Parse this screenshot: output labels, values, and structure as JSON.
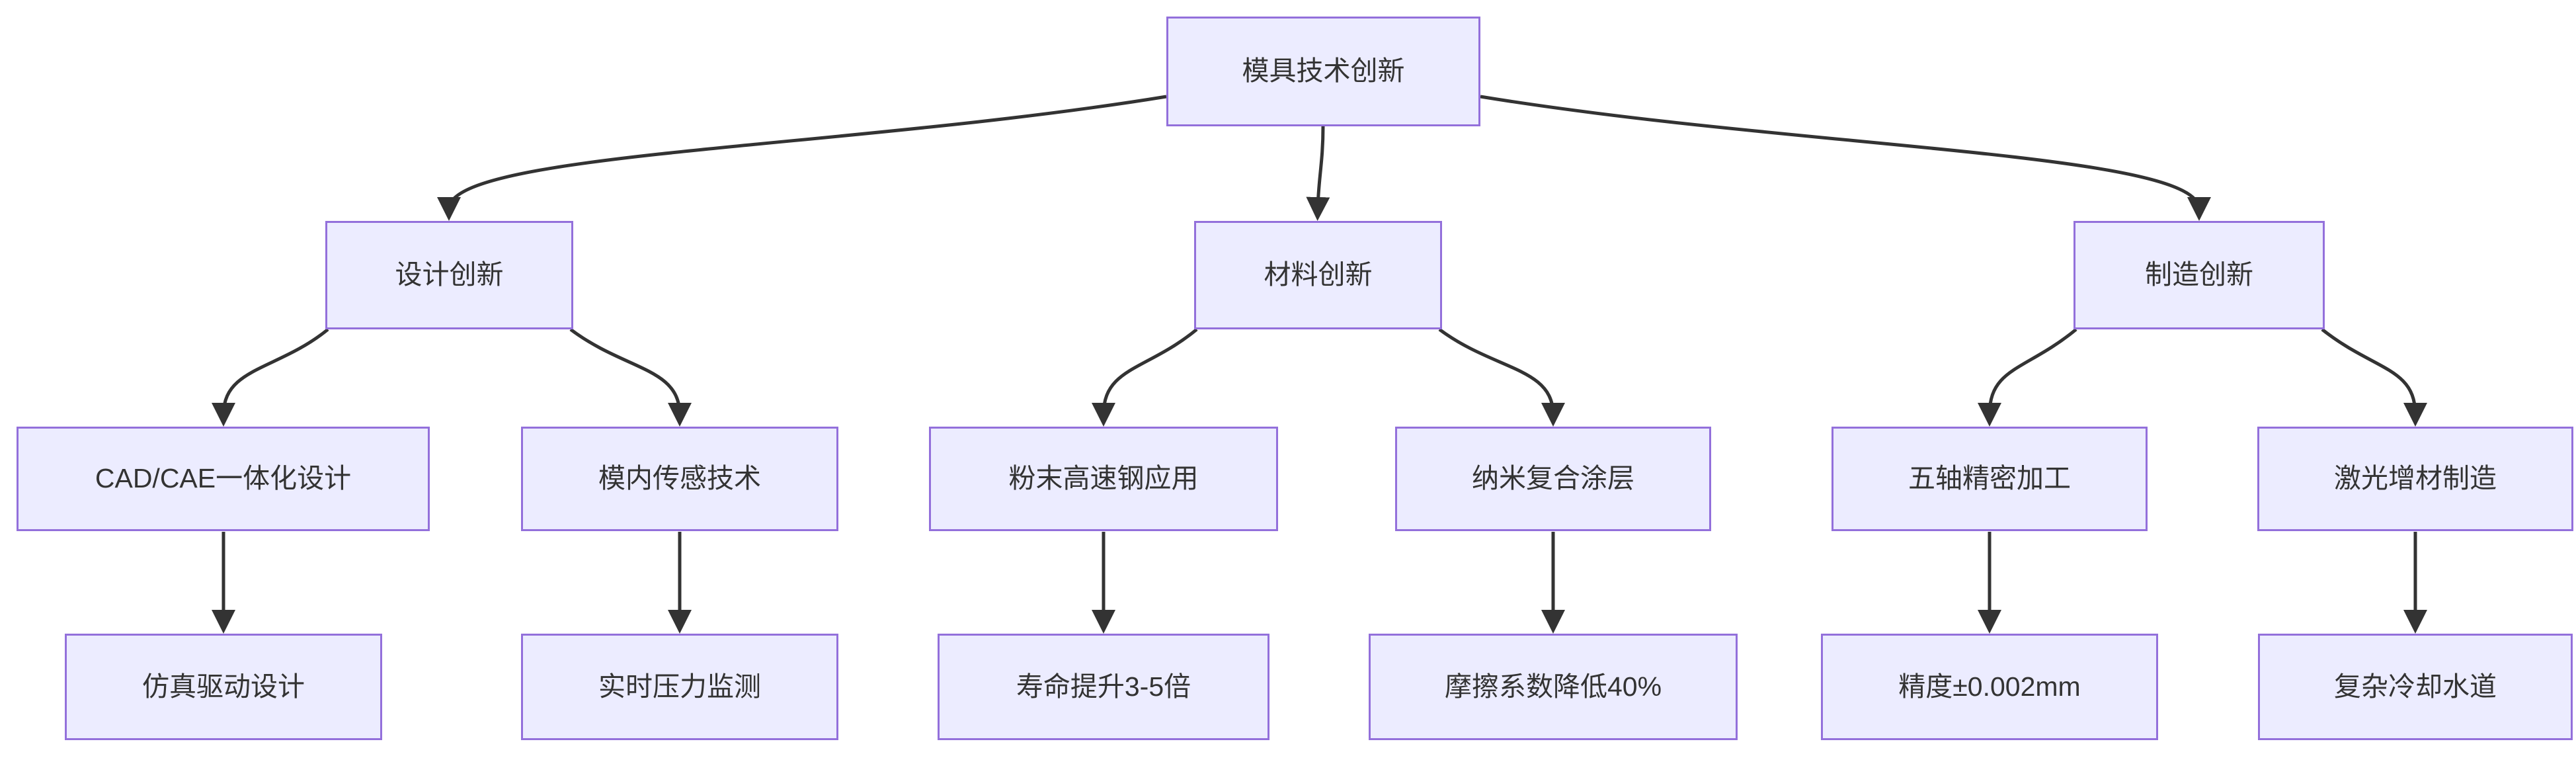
{
  "flowchart": {
    "root": {
      "label": "模具技术创新"
    },
    "branches": [
      {
        "label": "设计创新",
        "children": [
          {
            "label": "CAD/CAE一体化设计",
            "metric": "仿真驱动设计"
          },
          {
            "label": "模内传感技术",
            "metric": "实时压力监测"
          }
        ]
      },
      {
        "label": "材料创新",
        "children": [
          {
            "label": "粉末高速钢应用",
            "metric": "寿命提升3-5倍"
          },
          {
            "label": "纳米复合涂层",
            "metric": "摩擦系数降低40%"
          }
        ]
      },
      {
        "label": "制造创新",
        "children": [
          {
            "label": "五轴精密加工",
            "metric": "精度±0.002mm"
          },
          {
            "label": "激光增材制造",
            "metric": "复杂冷却水道"
          }
        ]
      }
    ],
    "colors": {
      "node_fill": "#ECECFF",
      "node_border": "#9370DB",
      "edge_color": "#333333",
      "text_color": "#333333"
    }
  }
}
